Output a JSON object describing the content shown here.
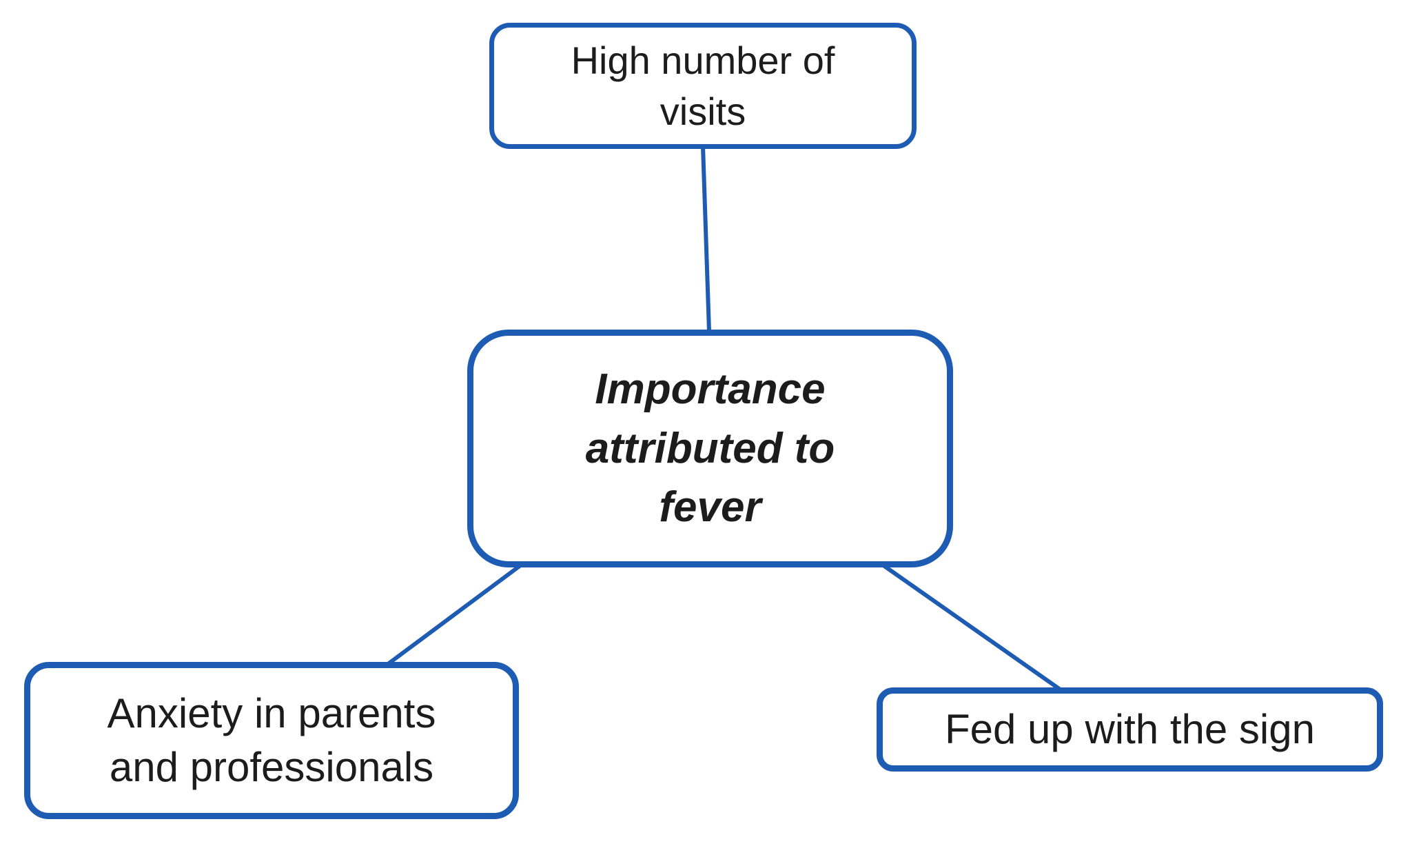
{
  "diagram": {
    "colors": {
      "accent": "#1e5cb3",
      "text": "#1c1c1c",
      "background": "#ffffff"
    },
    "nodes": [
      {
        "id": "high-number-of-visits",
        "label": "High number of visits",
        "lines": [
          "High number of",
          "visits"
        ],
        "style": "regular"
      },
      {
        "id": "importance-attributed-to-fever",
        "label": "Importance attributed to fever",
        "lines": [
          "Importance",
          "attributed to",
          "fever"
        ],
        "style": "bold-italic"
      },
      {
        "id": "anxiety-in-parents-and-professionals",
        "label": "Anxiety in parents and professionals",
        "lines": [
          "Anxiety in parents",
          "and professionals"
        ],
        "style": "regular"
      },
      {
        "id": "fed-up-with-the-sign",
        "label": "Fed up with the sign",
        "lines": [
          "Fed up with the sign"
        ],
        "style": "regular"
      }
    ],
    "edges": [
      {
        "from": "high-number-of-visits",
        "to": "importance-attributed-to-fever"
      },
      {
        "from": "importance-attributed-to-fever",
        "to": "anxiety-in-parents-and-professionals"
      },
      {
        "from": "importance-attributed-to-fever",
        "to": "fed-up-with-the-sign"
      }
    ]
  }
}
